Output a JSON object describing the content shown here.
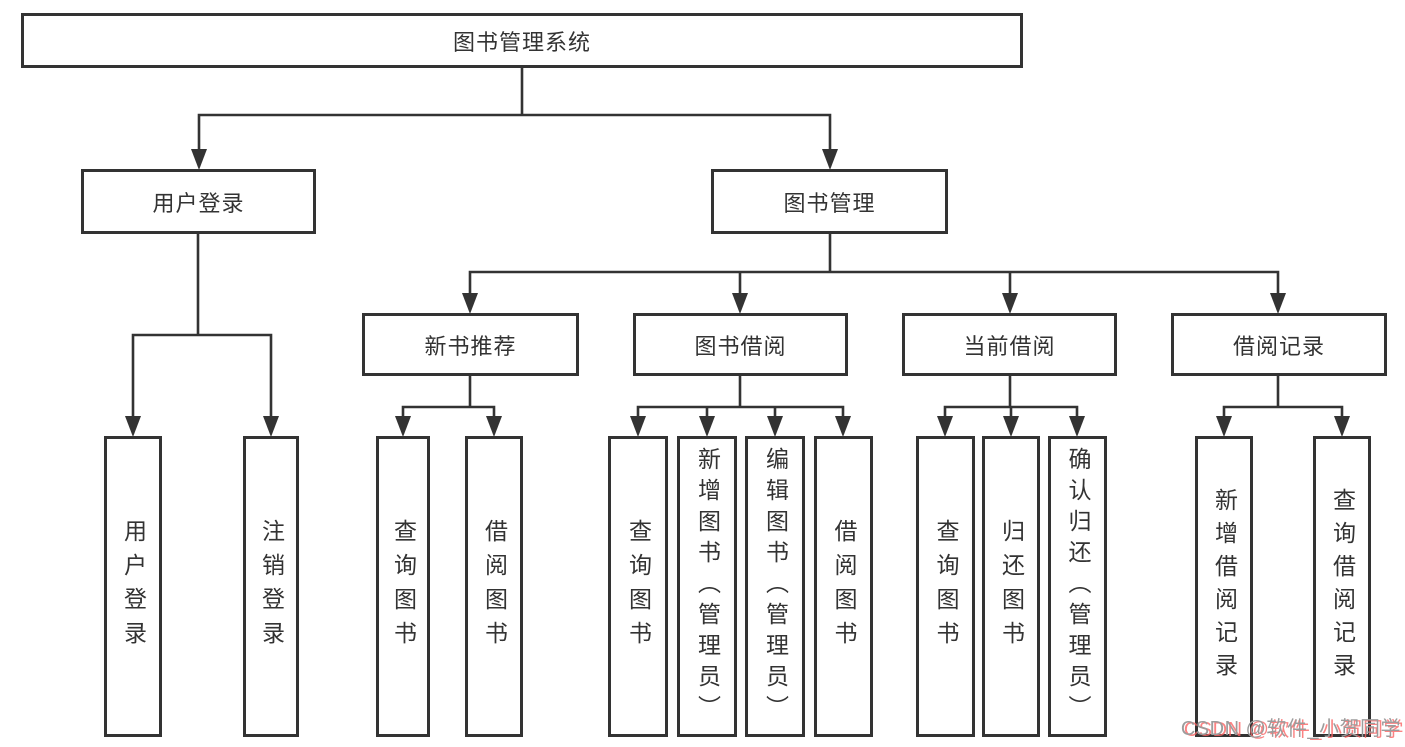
{
  "tree": {
    "label": "图书管理系统",
    "children": [
      {
        "label": "用户登录",
        "children": [
          {
            "label": "用户登录"
          },
          {
            "label": "注销登录"
          }
        ]
      },
      {
        "label": "图书管理",
        "children": [
          {
            "label": "新书推荐",
            "children": [
              {
                "label": "查询图书"
              },
              {
                "label": "借阅图书"
              }
            ]
          },
          {
            "label": "图书借阅",
            "children": [
              {
                "label": "查询图书"
              },
              {
                "label": "新增图书（管理员）"
              },
              {
                "label": "编辑图书（管理员）"
              },
              {
                "label": "借阅图书"
              }
            ]
          },
          {
            "label": "当前借阅",
            "children": [
              {
                "label": "查询图书"
              },
              {
                "label": "归还图书"
              },
              {
                "label": "确认归还（管理员）"
              }
            ]
          },
          {
            "label": "借阅记录",
            "children": [
              {
                "label": "新增借阅记录"
              },
              {
                "label": "查询借阅记录"
              }
            ]
          }
        ]
      }
    ]
  },
  "watermark": {
    "text": "CSDN @软件_小贺同学"
  },
  "colors": {
    "line": "#333333",
    "box_border": "#333333",
    "box_fill": "#ffffff",
    "background": "#ffffff",
    "text": "#333333",
    "watermark_gray": "#9c9c9c",
    "watermark_red": "#fa6464"
  }
}
